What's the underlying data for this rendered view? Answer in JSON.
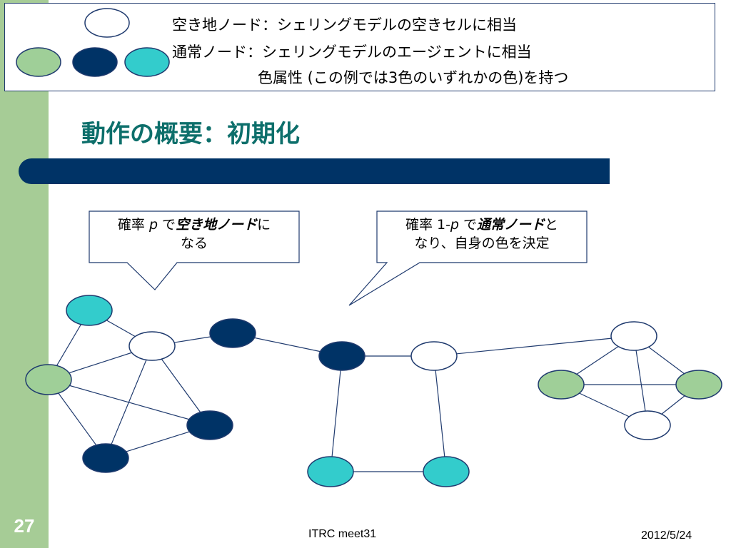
{
  "slide": {
    "page_number": "27",
    "footer_center": "ITRC meet31",
    "footer_date": "2012/5/24"
  },
  "legend": {
    "line1": "空き地ノード：シェリングモデルの空きセルに相当",
    "line2": "通常ノード：シェリングモデルのエージェントに相当",
    "line3": "色属性 (この例では3色のいずれかの色)を持つ"
  },
  "title": "動作の概要：初期化",
  "callouts": {
    "left": {
      "prefix": "確率 ",
      "var": "p",
      "mid": " で",
      "emph": "空き地ノード",
      "suffix": "に",
      "line2": "なる"
    },
    "right": {
      "prefix": "確率 1-",
      "var": "p",
      "mid": " で",
      "emph": "通常ノード",
      "suffix": "と",
      "line2": "なり、自身の色を決定"
    }
  },
  "colors": {
    "empty": "#ffffff",
    "green": "#9fcf98",
    "navy": "#003366",
    "cyan": "#33cccc",
    "title": "#0d6f6b",
    "sidebar": "#a6cc96",
    "edge": "#1f3a6e"
  }
}
